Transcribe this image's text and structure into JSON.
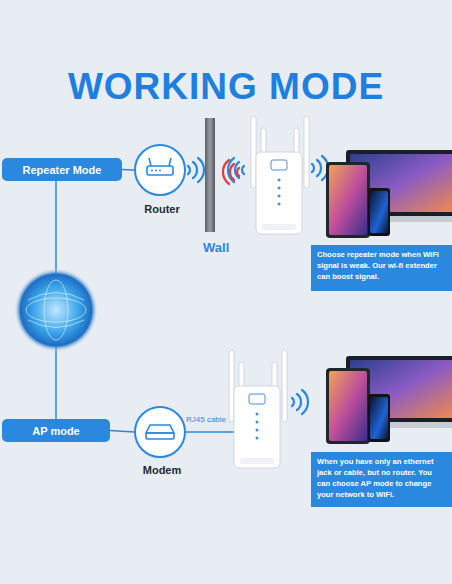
{
  "diagram": {
    "title": "WORKING MODE",
    "nodes": [
      {
        "text": [
          "Repeater Mode"
        ]
      },
      {
        "text": [
          "Router"
        ]
      },
      {
        "text": [
          "Wall"
        ]
      },
      {
        "text": [
          "Choose repeater mode when WiFi signal is weak. Our wi-fi extender can boost signal."
        ]
      },
      {
        "text": [
          "AP mode"
        ]
      },
      {
        "text": [
          "Modem"
        ]
      },
      {
        "text": [
          "When you have only an ethernet jack or cable, but no router. You can choose AP mode to change your network to WiFi."
        ]
      }
    ],
    "edges": [
      {
        "from": 0,
        "to": 1,
        "arrow": "none"
      },
      {
        "from": 0,
        "to": 4,
        "arrow": "none"
      },
      {
        "from": 4,
        "to": 5,
        "arrow": "none"
      }
    ],
    "labels": [
      "RJ45 cable"
    ]
  }
}
